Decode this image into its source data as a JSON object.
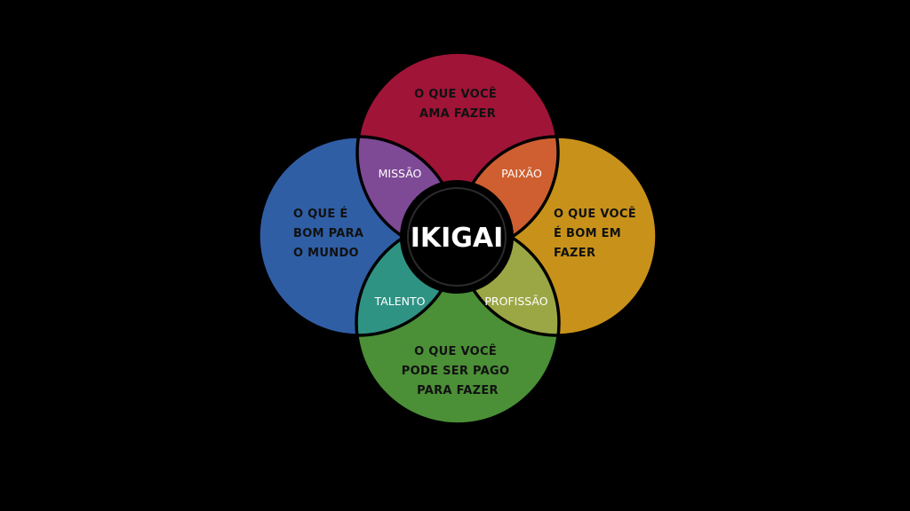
{
  "diagram": {
    "center": {
      "label": "IKIGAI"
    },
    "circles": {
      "top": {
        "lines": [
          "O QUE VOCÊ",
          "AMA FAZER"
        ],
        "color": "#a01438"
      },
      "left": {
        "lines": [
          "O QUE É",
          "BOM PARA",
          "O MUNDO"
        ],
        "color": "#2f5ea5"
      },
      "right": {
        "lines": [
          "O QUE VOCÊ",
          "É BOM EM",
          "FAZER"
        ],
        "color": "#c8921a"
      },
      "bottom": {
        "lines": [
          "O QUE VOCÊ",
          "PODE SER PAGO",
          "PARA FAZER"
        ],
        "color": "#4b8f37"
      }
    },
    "intersections": {
      "top_left": {
        "label": "MISSÃO",
        "color": "#7e4a96"
      },
      "top_right": {
        "label": "PAIXÃO",
        "color": "#cf5f30"
      },
      "bottom_left": {
        "label": "TALENTO",
        "color": "#2f9384"
      },
      "bottom_right": {
        "label": "PROFISSÃO",
        "color": "#9ba745"
      }
    },
    "background": "#000000",
    "outline_color": "#000000"
  }
}
